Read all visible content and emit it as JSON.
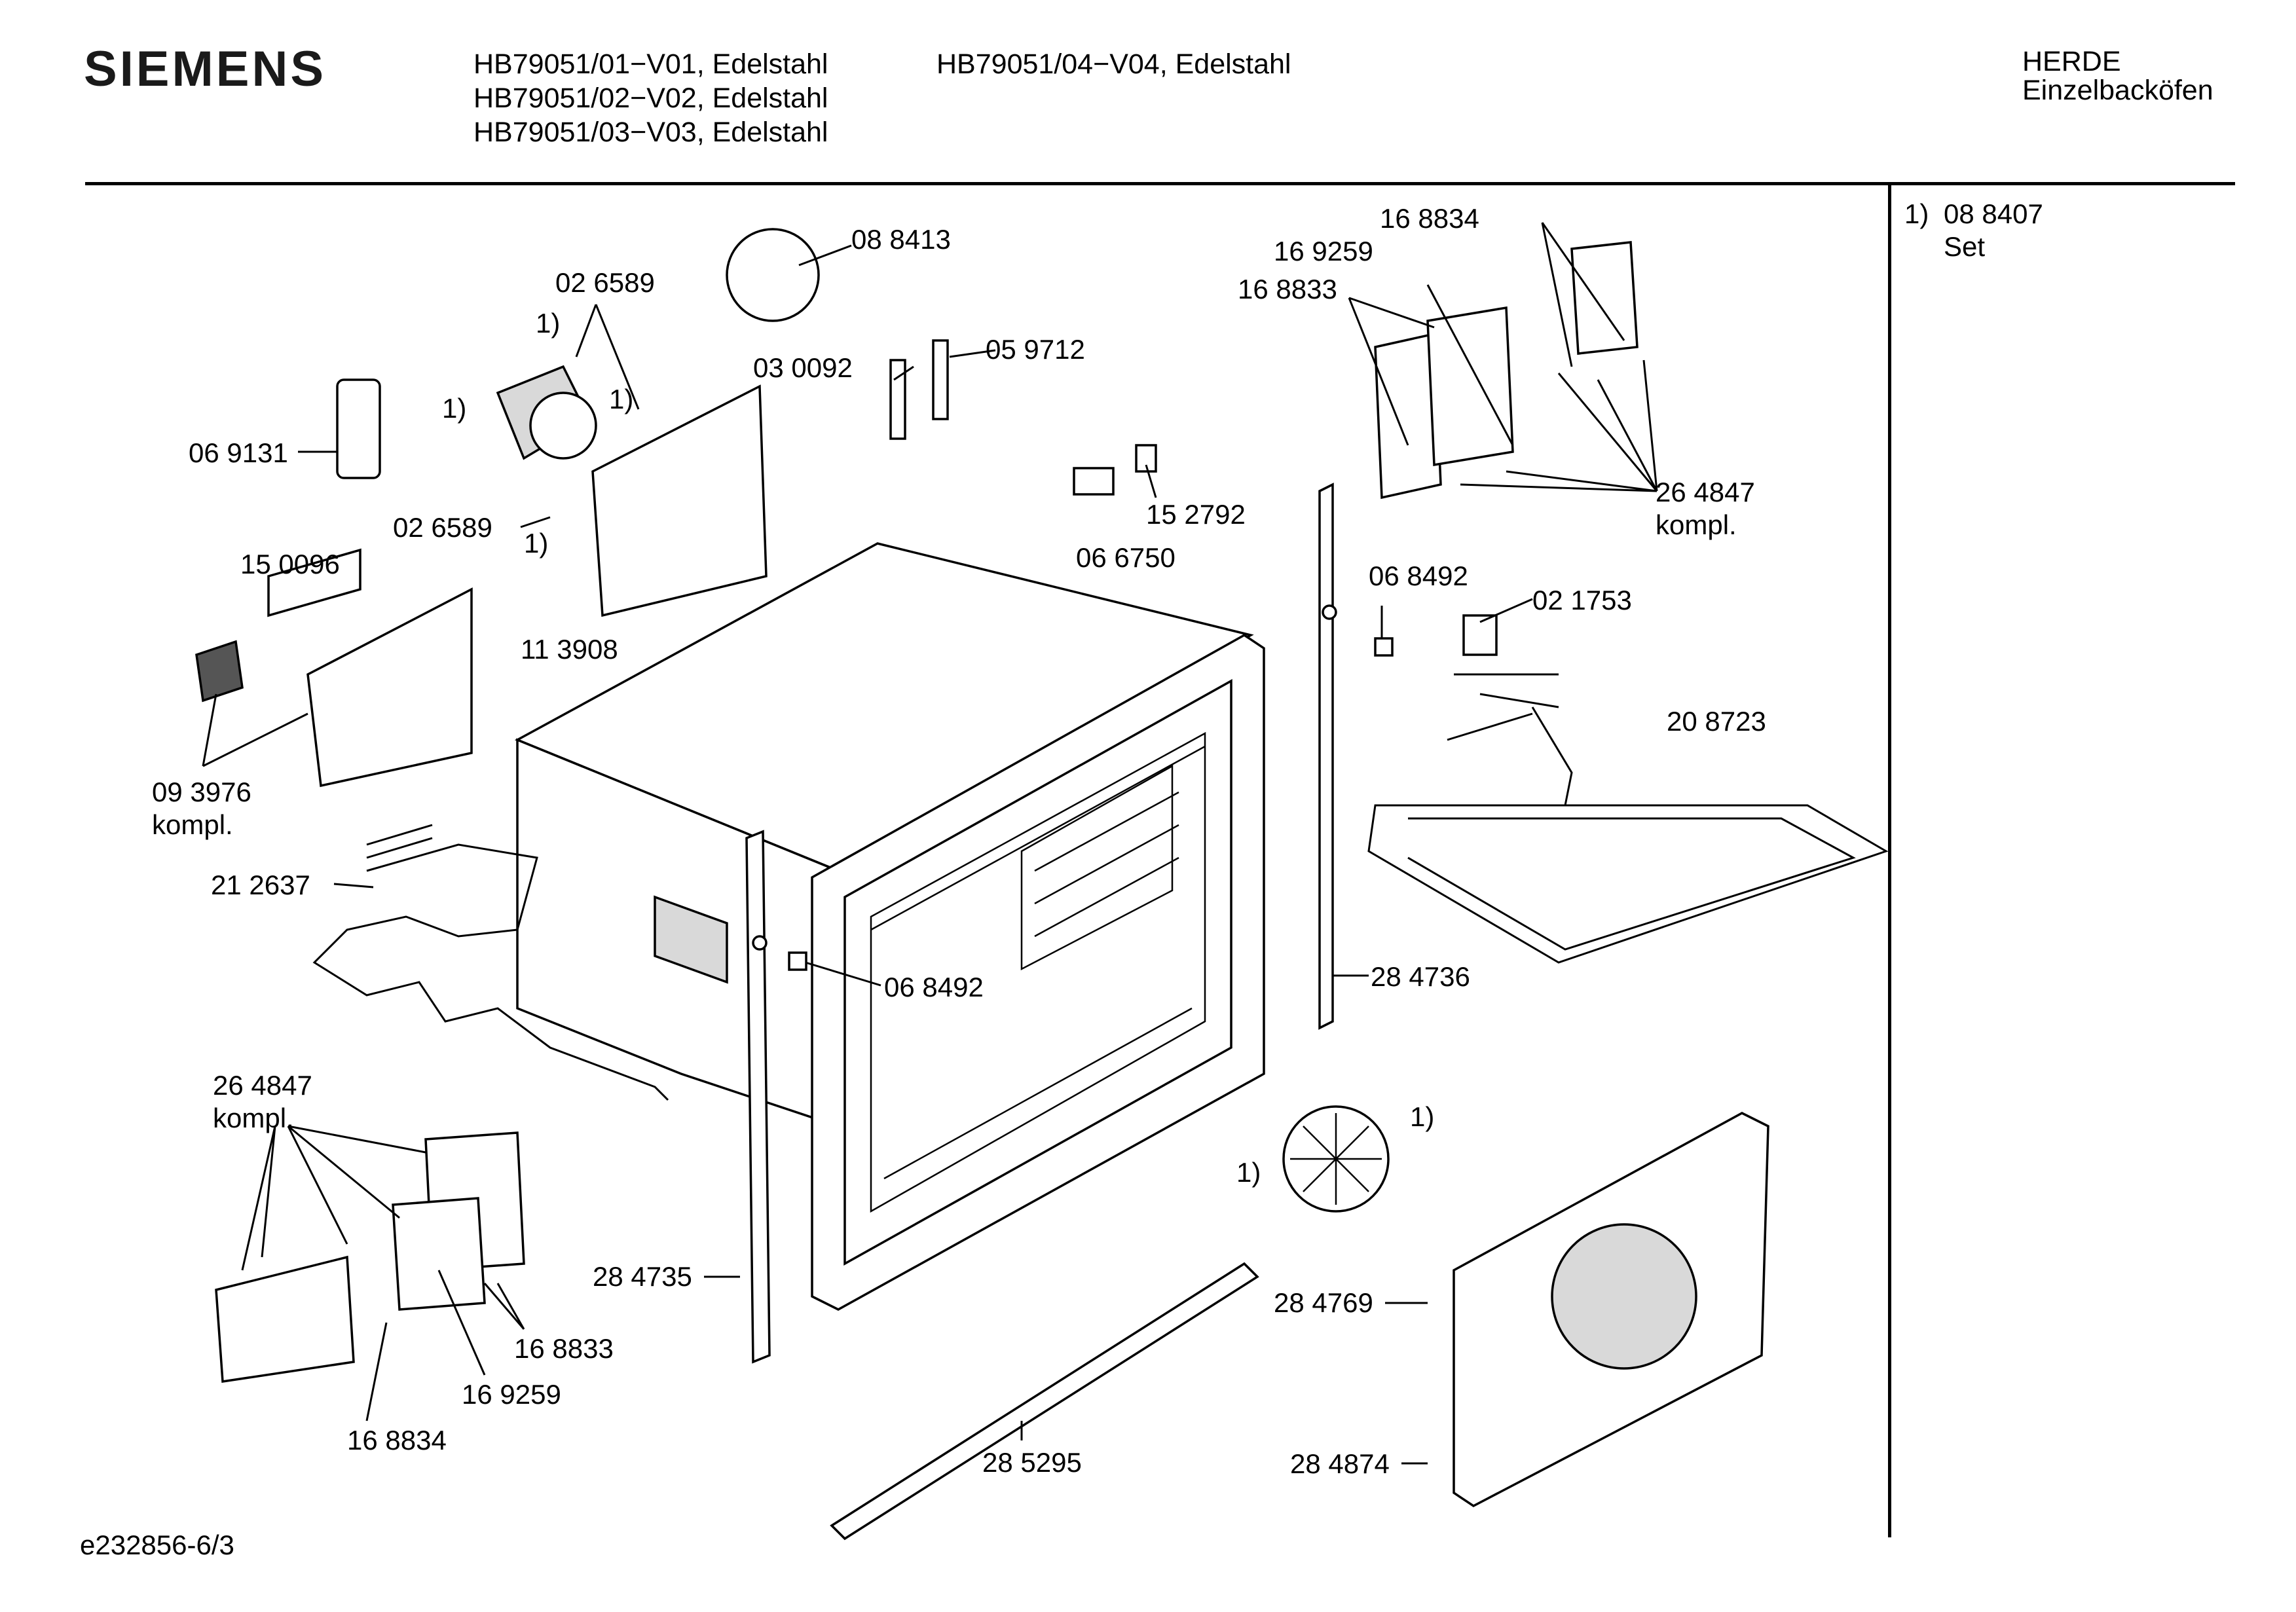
{
  "header": {
    "brand": "SIEMENS",
    "models_left": [
      "HB79051/01−V01, Edelstahl",
      "HB79051/02−V02, Edelstahl",
      "HB79051/03−V03, Edelstahl"
    ],
    "models_right": [
      "HB79051/04−V04, Edelstahl"
    ],
    "category": "HERDE",
    "subcategory": "Einzelbacköfen"
  },
  "notes": {
    "note_marker": "1)",
    "note_code": "08 8407",
    "note_text": "Set"
  },
  "labels": {
    "p088413": "08 8413",
    "p026589_top": "02 6589",
    "m1_a": "1)",
    "m1_b": "1)",
    "m1_c": "1)",
    "p069131": "06 9131",
    "p026589_bottom": "02 6589",
    "m1_d": "1)",
    "p030092": "03 0092",
    "p059712": "05 9712",
    "p150096": "15 0096",
    "p113908": "11 3908",
    "p152792": "15 2792",
    "p066750": "06 6750",
    "p168834_top": "16 8834",
    "p169259_top": "16 9259",
    "p168833_top": "16 8833",
    "p264847_top": "26 4847",
    "kompl_top": "kompl.",
    "p068492_top": "06 8492",
    "p021753": "02 1753",
    "p208723": "20 8723",
    "p093976": "09 3976",
    "kompl_left": "kompl.",
    "p212637": "21 2637",
    "p068492_mid": "06 8492",
    "p284736": "28 4736",
    "p264847_bottom": "26 4847",
    "kompl_bottom": "kompl.",
    "m1_e": "1)",
    "m1_f": "1)",
    "p284735": "28 4735",
    "p168833_bottom": "16 8833",
    "p169259_bottom": "16 9259",
    "p168834_bottom": "16 8834",
    "p284769": "28 4769",
    "p285295": "28 5295",
    "p284874": "28 4874"
  },
  "footer": {
    "drawing_id": "e232856-6/3"
  }
}
